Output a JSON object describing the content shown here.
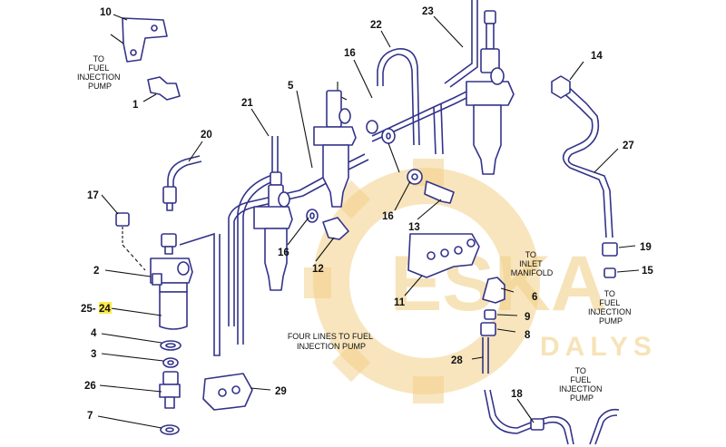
{
  "callouts": {
    "c1": "1",
    "c2": "2",
    "c3": "3",
    "c4": "4",
    "c5": "5",
    "c6": "6",
    "c7": "7",
    "c8": "8",
    "c9": "9",
    "c10": "10",
    "c11": "11",
    "c12": "12",
    "c13": "13",
    "c14": "14",
    "c15": "15",
    "c16a": "16",
    "c16b": "16",
    "c16c": "16",
    "c17": "17",
    "c18": "18",
    "c19": "19",
    "c20": "20",
    "c21": "21",
    "c22": "22",
    "c23": "23",
    "c24_prefix": "25-",
    "c24_highlight": "24",
    "c26": "26",
    "c27": "27",
    "c28": "28",
    "c29": "29"
  },
  "notes": {
    "to_fuel_pump_top": [
      "TO",
      "FUEL",
      "INJECTION",
      "PUMP"
    ],
    "to_inlet_manifold": [
      "TO",
      "INLET",
      "MANIFOLD"
    ],
    "to_fuel_pump_right": [
      "TO",
      "FUEL",
      "INJECTION",
      "PUMP"
    ],
    "to_fuel_pump_bottom": [
      "TO",
      "FUEL",
      "INJECTION",
      "PUMP"
    ],
    "four_lines": [
      "FOUR LINES TO FUEL",
      "INJECTION PUMP"
    ]
  },
  "watermark": {
    "brand": "ESKA",
    "sub": "DALYS"
  },
  "colors": {
    "line": "#33338a",
    "highlight": "#ffe94a",
    "watermark": "#f3cf86"
  }
}
